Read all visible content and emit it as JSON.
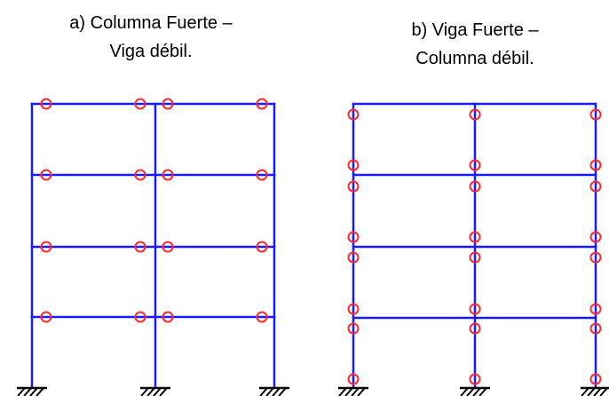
{
  "captions": {
    "a_line1": "a) Columna Fuerte –",
    "a_line2": "Viga débil.",
    "b_line1": "b) Viga Fuerte –",
    "b_line2": "Columna débil."
  },
  "colors": {
    "frame": "#1a1aff",
    "hinge": "#ff2a2a",
    "support": "#000000"
  },
  "frames": {
    "a": {
      "bays": 2,
      "stories": 4,
      "hinge_location": "beam-ends"
    },
    "b": {
      "bays": 2,
      "stories": 4,
      "hinge_location": "column-ends"
    }
  }
}
